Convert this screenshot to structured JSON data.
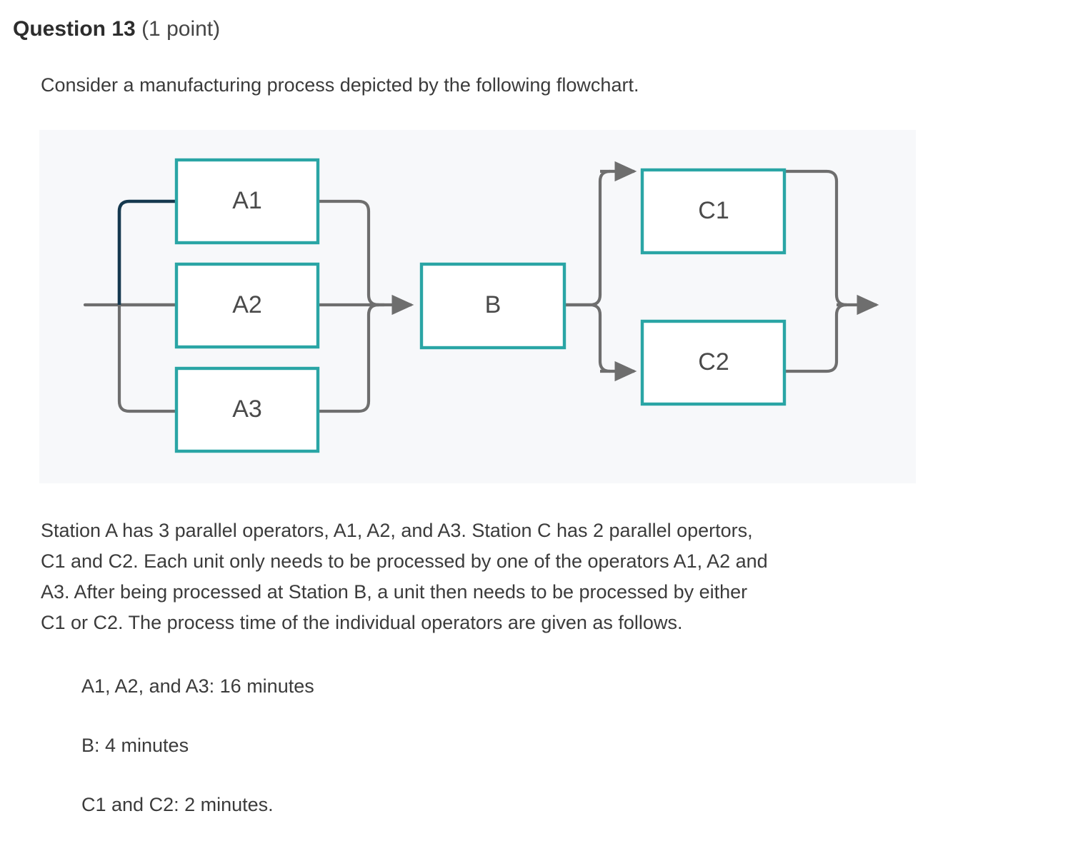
{
  "question": {
    "title": "Question 13",
    "points": "(1 point)",
    "intro": "Consider a manufacturing process depicted by the following flowchart."
  },
  "flowchart": {
    "panel_bg": "#f7f8fa",
    "node_border_color": "#2aa5a5",
    "node_fill": "#ffffff",
    "connector_color": "#6e6e6e",
    "highlight_connector_color": "#16394f",
    "nodes": [
      {
        "id": "A1",
        "label": "A1"
      },
      {
        "id": "A2",
        "label": "A2"
      },
      {
        "id": "A3",
        "label": "A3"
      },
      {
        "id": "B",
        "label": "B"
      },
      {
        "id": "C1",
        "label": "C1"
      },
      {
        "id": "C2",
        "label": "C2"
      }
    ]
  },
  "description": {
    "lines": [
      "Station A has 3 parallel operators, A1, A2, and A3. Station C has 2 parallel opertors,",
      "C1 and C2. Each unit only needs to be processed by one of the operators A1, A2 and",
      "A3. After being processed at Station B, a unit then needs to be processed by either",
      "C1 or C2. The process time of the individual operators are given as follows."
    ]
  },
  "process_times": {
    "lines": [
      "A1, A2, and A3: 16 minutes",
      "B: 4 minutes",
      "C1 and C2: 2 minutes."
    ]
  }
}
